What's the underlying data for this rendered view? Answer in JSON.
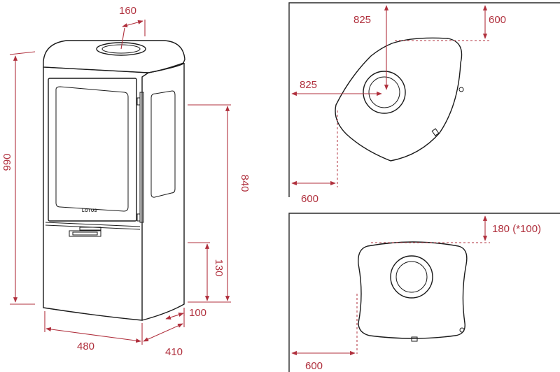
{
  "colors": {
    "dimension": "#b0303d",
    "outline": "#1a1a1a",
    "background": "#ffffff"
  },
  "front_view": {
    "brand_label": "LOTUS",
    "dims": {
      "flue_offset": "160",
      "total_height": "990",
      "flue_connection_height": "840",
      "air_inlet_height": "130",
      "base_depth_offset": "100",
      "width": "480",
      "depth": "410"
    }
  },
  "corner_view": {
    "dims": {
      "corner_offset_vertical": "825",
      "corner_offset_horizontal": "825",
      "wall_clearance_top": "600",
      "wall_clearance_left": "600"
    }
  },
  "wall_view": {
    "dims": {
      "rear_clearance": "180 (*100)",
      "side_clearance": "600"
    }
  }
}
